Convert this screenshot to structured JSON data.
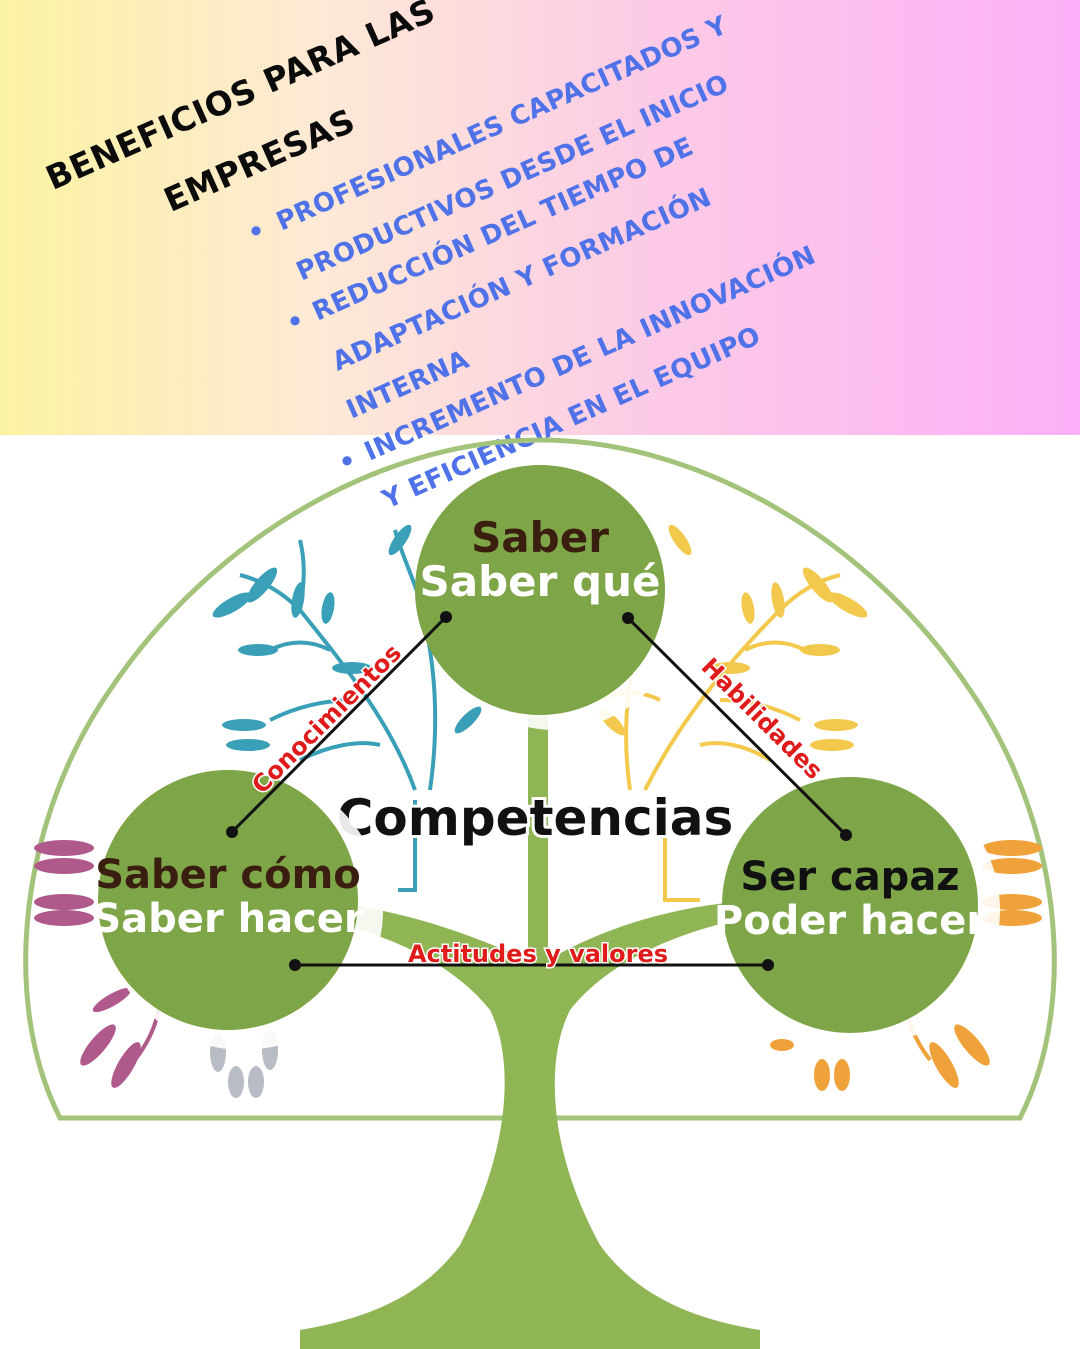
{
  "header": {
    "title_lines": [
      "BENEFICIOS PARA LAS",
      "EMPRESAS"
    ],
    "benefits": [
      {
        "lines": [
          "PROFESIONALES CAPACITADOS Y",
          "PRODUCTIVOS DESDE EL INICIO"
        ]
      },
      {
        "lines": [
          "REDUCCIÓN DEL TIEMPO DE",
          "ADAPTACIÓN Y FORMACIÓN",
          "INTERNA"
        ]
      },
      {
        "lines": [
          "INCREMENTO DE LA INNOVACIÓN",
          "Y EFICIENCIA EN EL EQUIPO"
        ]
      }
    ],
    "bullet_char": "•"
  },
  "diagram": {
    "center_label": "Competencias",
    "nodes": {
      "top": {
        "line1": "Saber",
        "line2": "Saber qué"
      },
      "left": {
        "line1": "Saber cómo",
        "line2": "Saber hacer"
      },
      "right": {
        "line1": "Ser capaz",
        "line2": "Poder hacer"
      }
    },
    "edges": {
      "left_top": "Conocimientos",
      "top_right": "Habilidades",
      "left_right": "Actitudes  y valores"
    },
    "colors": {
      "node_fill": "#7ea547",
      "trunk": "#8fb554",
      "canopy_outline": "#a3c27a",
      "edge_label": "#e01b1b",
      "top_text_dark": "#3a1f10",
      "leaves_teal": "#3aa0b8",
      "leaves_yellow": "#f2c94c",
      "leaves_purple": "#b05a8c",
      "leaves_orange": "#f0a23a"
    }
  }
}
